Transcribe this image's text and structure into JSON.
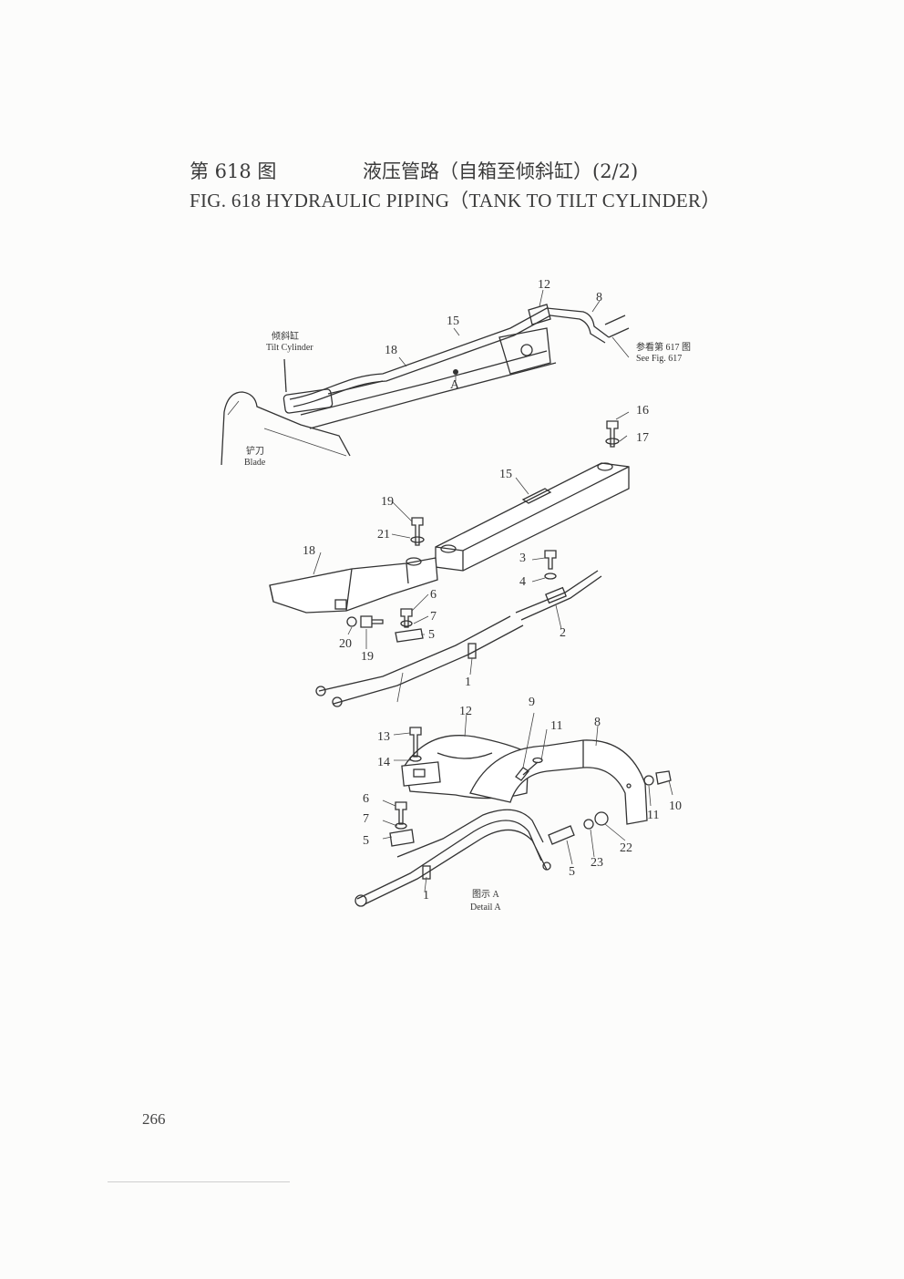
{
  "figure": {
    "number_cn": "第 618 图",
    "title_cn": "液压管路（自箱至倾斜缸）(2/2)",
    "title_en": "FIG. 618   HYDRAULIC PIPING（TANK TO TILT CYLINDER）"
  },
  "callouts": {
    "tilt_cylinder_cn": "倾斜缸",
    "tilt_cylinder_en": "Tilt Cylinder",
    "see_fig_cn": "参看第 617 图",
    "see_fig_en": "See Fig. 617",
    "blade_cn": "铲刀",
    "blade_en": "Blade",
    "view_mark": "A",
    "detail_cn": "图示 A",
    "detail_en": "Detail A"
  },
  "part_numbers": {
    "p1": "1",
    "p2": "2",
    "p3": "3",
    "p4": "4",
    "p5": "5",
    "p6": "6",
    "p7": "7",
    "p8": "8",
    "p9": "9",
    "p10": "10",
    "p11": "11",
    "p12": "12",
    "p13": "13",
    "p14": "14",
    "p15": "15",
    "p16": "16",
    "p17": "17",
    "p18": "18",
    "p19": "19",
    "p20": "20",
    "p21": "21",
    "p22": "22",
    "p23": "23"
  },
  "page_number": "266"
}
